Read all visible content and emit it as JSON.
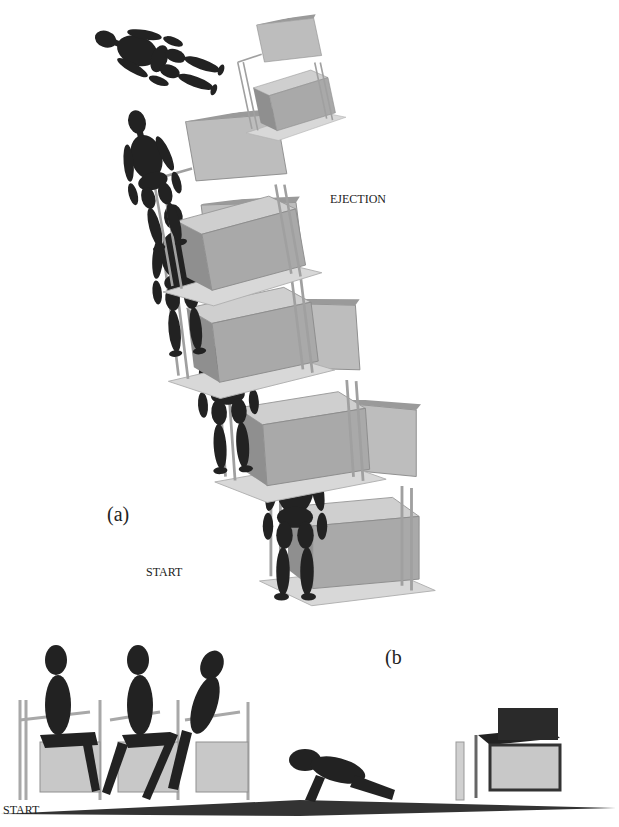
{
  "diagram": {
    "labels": [
      "EJECTION",
      "(a)",
      "START",
      "(b",
      "START"
    ]
  }
}
